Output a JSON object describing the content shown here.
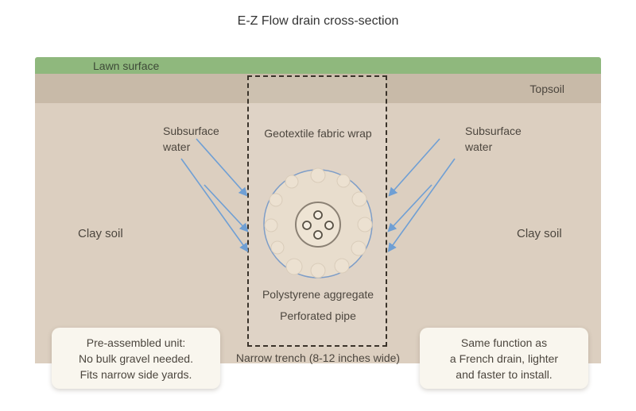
{
  "title": "E-Z Flow drain cross-section",
  "colors": {
    "title_text": "#333333",
    "lawn_green": "#8fb87d",
    "lawn_text": "#3e4a38",
    "topsoil": "#c8baa8",
    "clay": "#dccfc0",
    "dash": "#3a332a",
    "label_text": "#4c463e",
    "water_blue": "#6f9fd4",
    "fabric_blue": "#7d9dc8",
    "aggregate_fill": "#e8ddcd",
    "bead_fill": "#ece1d1",
    "bead_stroke": "#d9ccba",
    "pipe_fill": "#eee4d4",
    "pipe_stroke": "#8b8174",
    "hole_fill": "#f5eee2",
    "hole_stroke": "#575044",
    "callout_bg": "#f9f6ee"
  },
  "layers": {
    "lawn_label": "Lawn surface",
    "topsoil_label": "Topsoil",
    "clay_left_label": "Clay soil",
    "clay_right_label": "Clay soil"
  },
  "water": {
    "left_label": "Subsurface water",
    "right_label": "Subsurface water"
  },
  "trench": {
    "fabric_label": "Geotextile fabric wrap",
    "aggregate_label": "Polystyrene aggregate",
    "pipe_label": "Perforated pipe",
    "width_label": "Narrow trench (8-12 inches wide)"
  },
  "callouts": {
    "left": {
      "line1": "Pre-assembled unit:",
      "line2": "No bulk gravel needed.",
      "line3": "Fits narrow side yards."
    },
    "right": {
      "line1": "Same function as",
      "line2": "a French drain, lighter",
      "line3": "and faster to install."
    }
  }
}
